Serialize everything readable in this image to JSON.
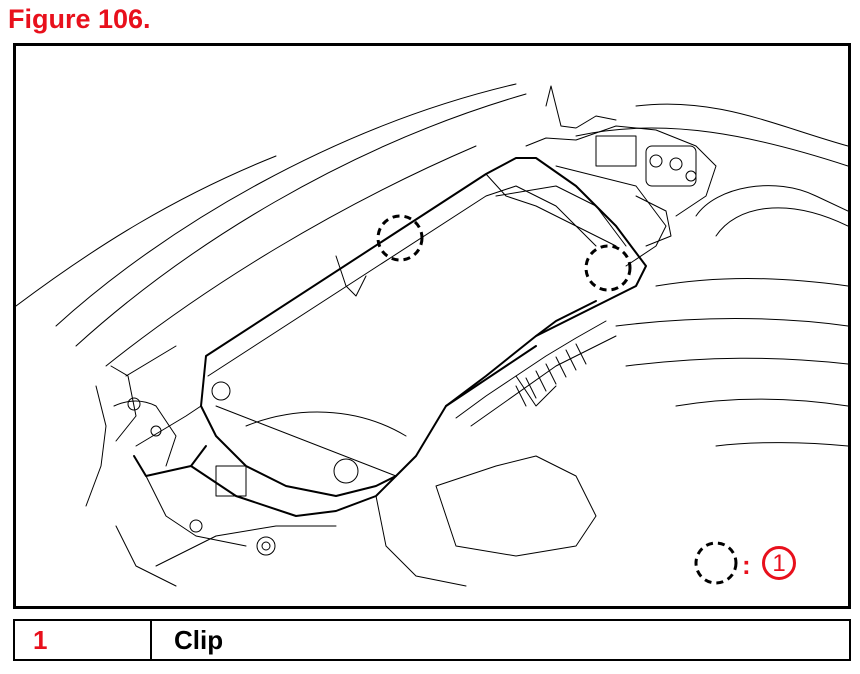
{
  "figure": {
    "title": "Figure 106."
  },
  "diagram": {
    "callouts": [
      {
        "id": "clip-callout-upper",
        "number": "1"
      },
      {
        "id": "clip-callout-right",
        "number": "1"
      }
    ],
    "key": {
      "separator": ":",
      "number": "1"
    }
  },
  "legend": {
    "rows": [
      {
        "number": "1",
        "label": "Clip"
      }
    ]
  },
  "colors": {
    "accent": "#e8101c",
    "line": "#000000",
    "background": "#ffffff"
  }
}
